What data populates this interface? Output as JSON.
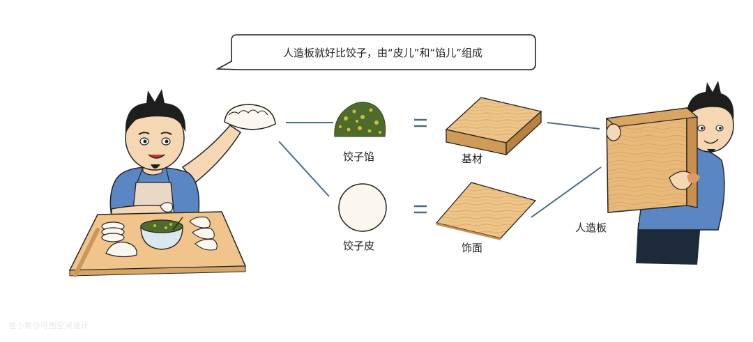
{
  "caption": "人造板就好比饺子，由“皮儿”和“馅儿”组成",
  "labels": {
    "filling": "饺子馅",
    "wrapper": "饺子皮",
    "substrate": "基材",
    "veneer": "饰面",
    "panel": "人造板",
    "equals_top": "=",
    "equals_bottom": "="
  },
  "watermark": "住小帮@可图空间设计",
  "colors": {
    "skin": "#f6d7b4",
    "hair": "#1e1e1e",
    "shirt": "#5b86c4",
    "apron": "#e9d8c6",
    "table": "#f0c48a",
    "wood": "#e8b978",
    "wood_dark": "#c98f4c",
    "filling": "#4f6b2c",
    "filling_spot": "#c6c23a",
    "dough": "#fbf7ee",
    "pants": "#1d2a3a",
    "line": "#4a6a85"
  }
}
